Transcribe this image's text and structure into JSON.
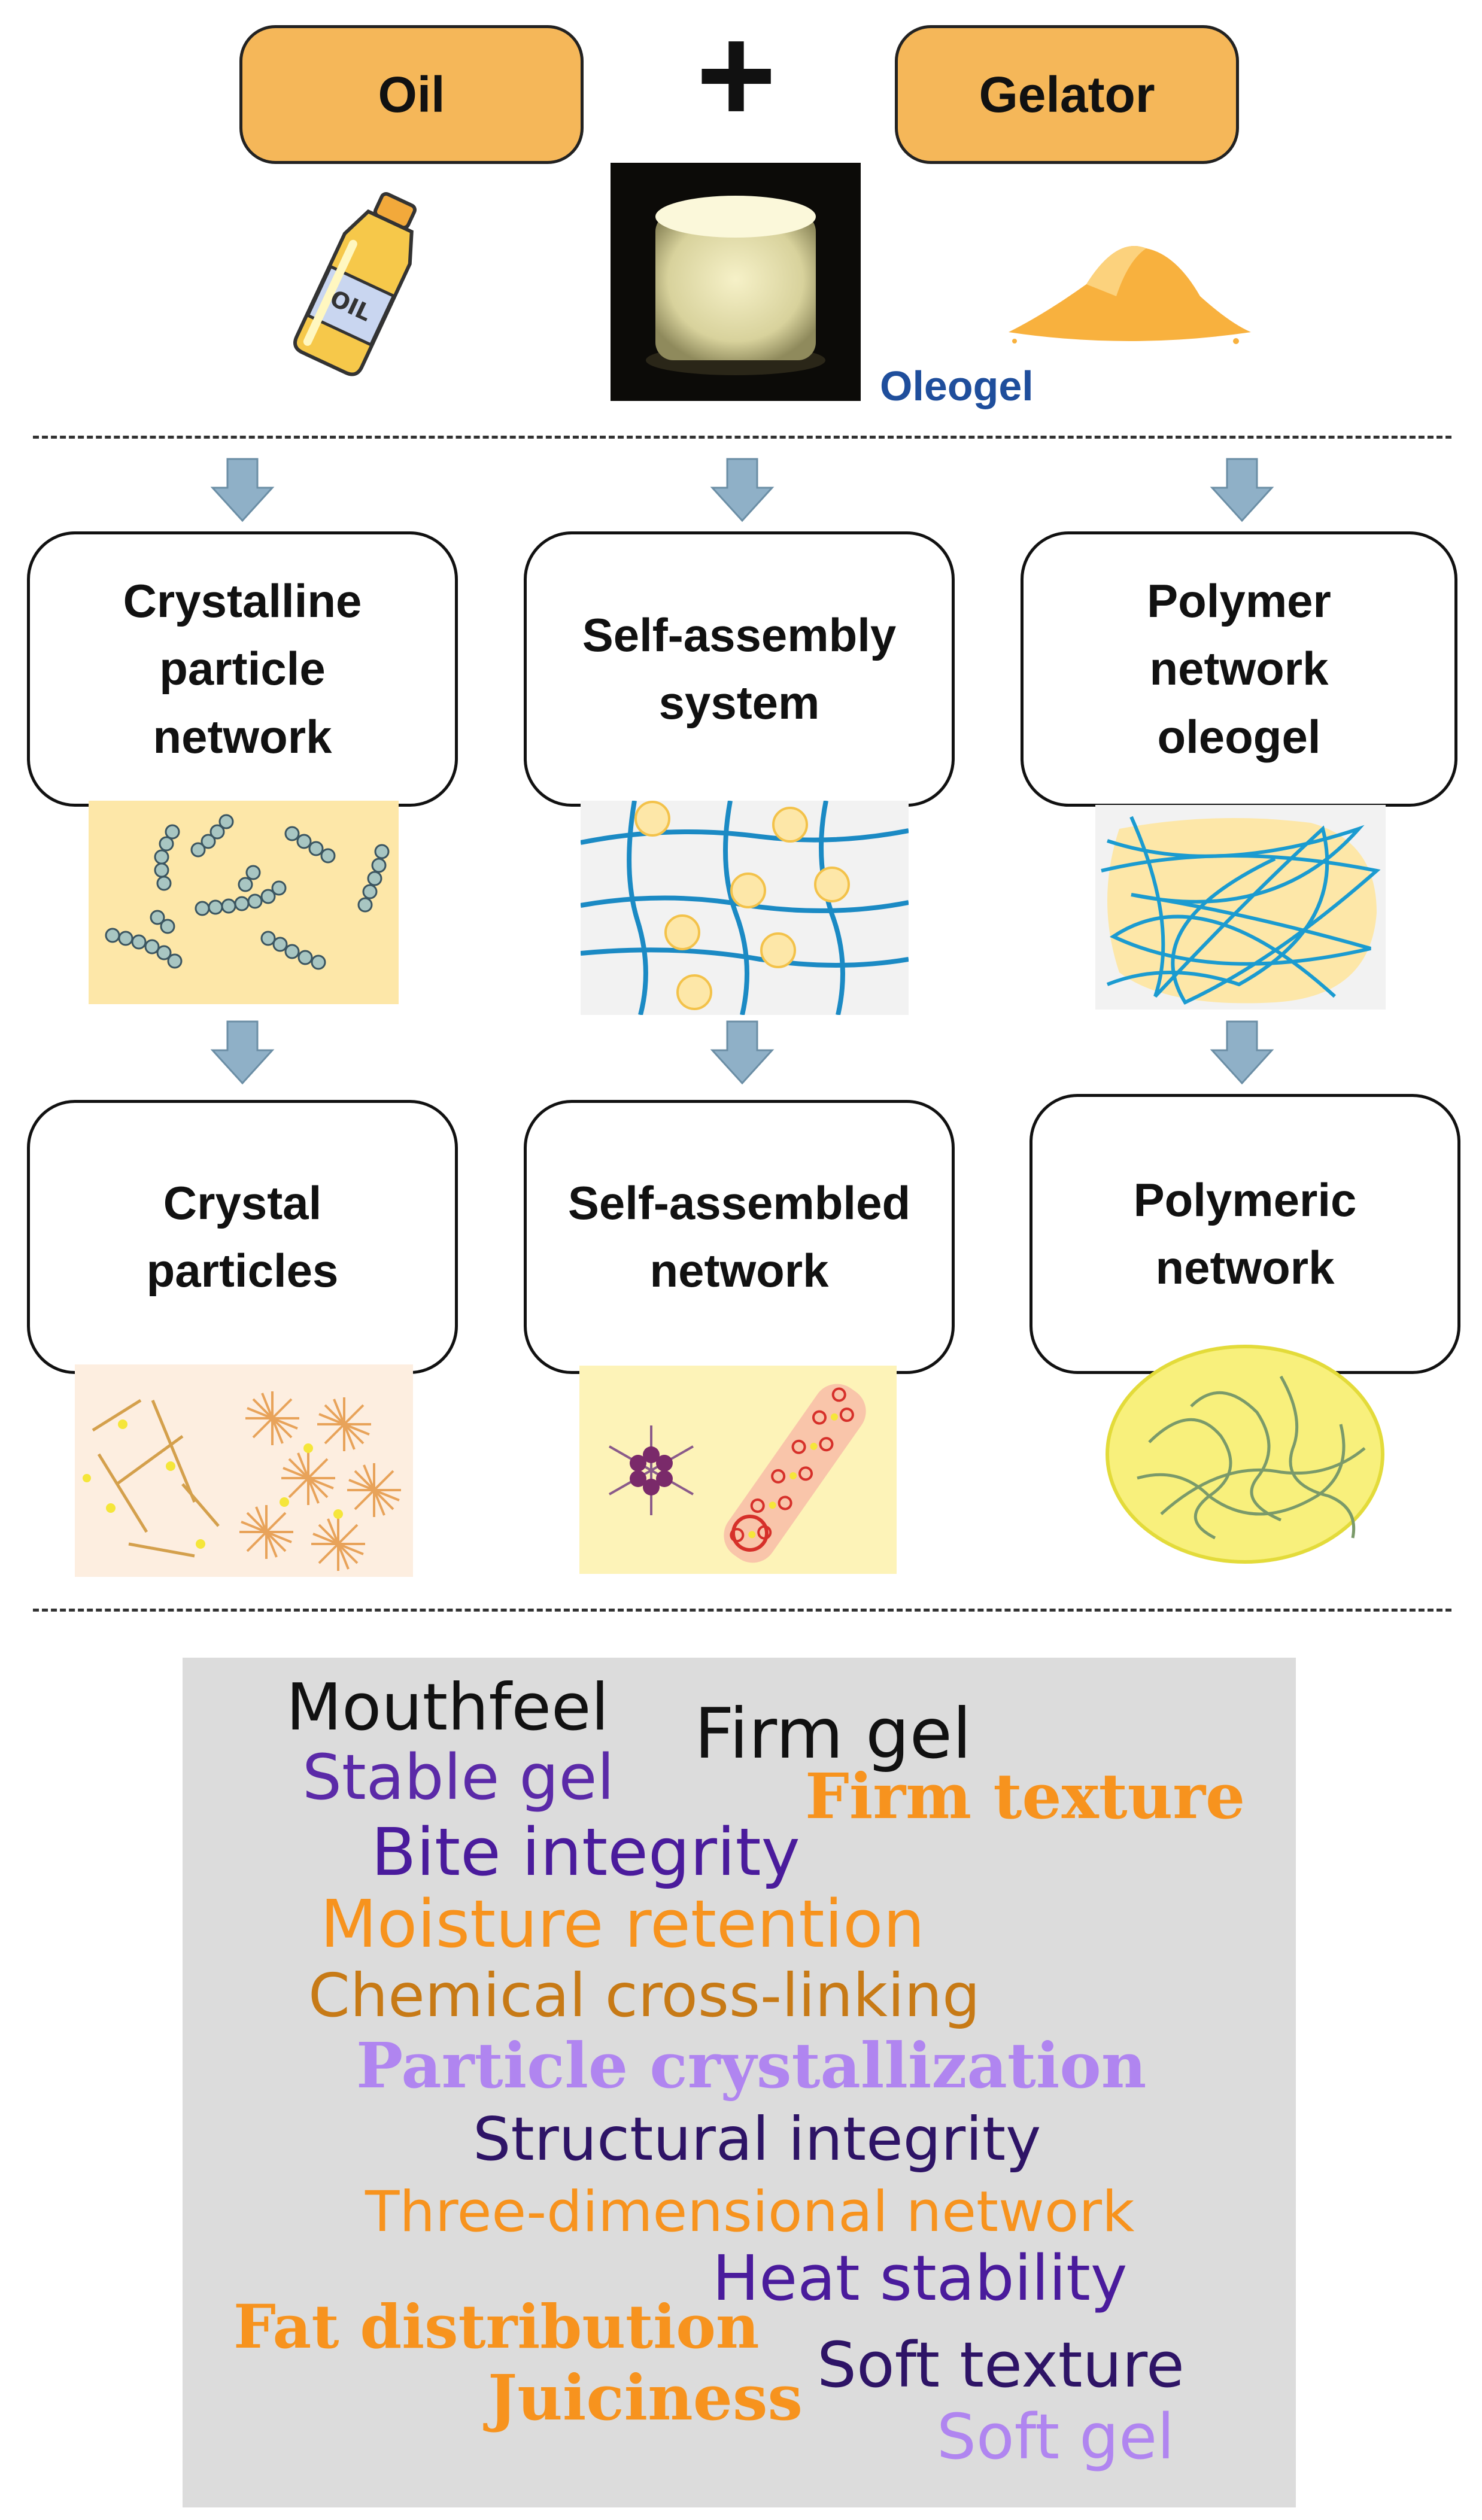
{
  "ingredients": {
    "oil_label": "Oil",
    "plus_sign": "+",
    "gelator_label": "Gelator",
    "oil_bottle_text": "OIL",
    "oleogel_caption": "Oleogel"
  },
  "mechanisms": [
    {
      "system": [
        "Crystalline",
        "particle",
        "network"
      ],
      "network": [
        "Crystal",
        "particles"
      ]
    },
    {
      "system": [
        "Self-assembly",
        "system"
      ],
      "network": [
        "Self-assembled",
        "network"
      ]
    },
    {
      "system": [
        "Polymer",
        "network",
        "oleogel"
      ],
      "network": [
        "Polymeric",
        "network"
      ]
    }
  ],
  "word_cloud": [
    {
      "text": "Mouthfeel",
      "color": "#111111"
    },
    {
      "text": "Firm gel",
      "color": "#111111"
    },
    {
      "text": "Stable gel",
      "color": "#5b2aa8"
    },
    {
      "text": "Firm texture",
      "color": "#f7931e"
    },
    {
      "text": "Bite integrity",
      "color": "#4a1b9c"
    },
    {
      "text": "Moisture retention",
      "color": "#f7931e"
    },
    {
      "text": "Chemical cross-linking",
      "color": "#c77a16"
    },
    {
      "text": "Particle crystallization",
      "color": "#b085f0"
    },
    {
      "text": "Structural integrity",
      "color": "#2e1466"
    },
    {
      "text": "Three-dimensional network",
      "color": "#f7931e"
    },
    {
      "text": "Heat stability",
      "color": "#4a1b9c"
    },
    {
      "text": "Fat distribution",
      "color": "#f7931e"
    },
    {
      "text": "Soft texture",
      "color": "#2e1466"
    },
    {
      "text": "Juiciness",
      "color": "#f7931e"
    },
    {
      "text": "Soft gel",
      "color": "#b085f0"
    }
  ],
  "colors": {
    "ingredient_box": "#f5b759",
    "arrow": "#8fb0c7",
    "oleogel_caption": "#1f4e9c",
    "word_panel": "#dcdcdc"
  }
}
